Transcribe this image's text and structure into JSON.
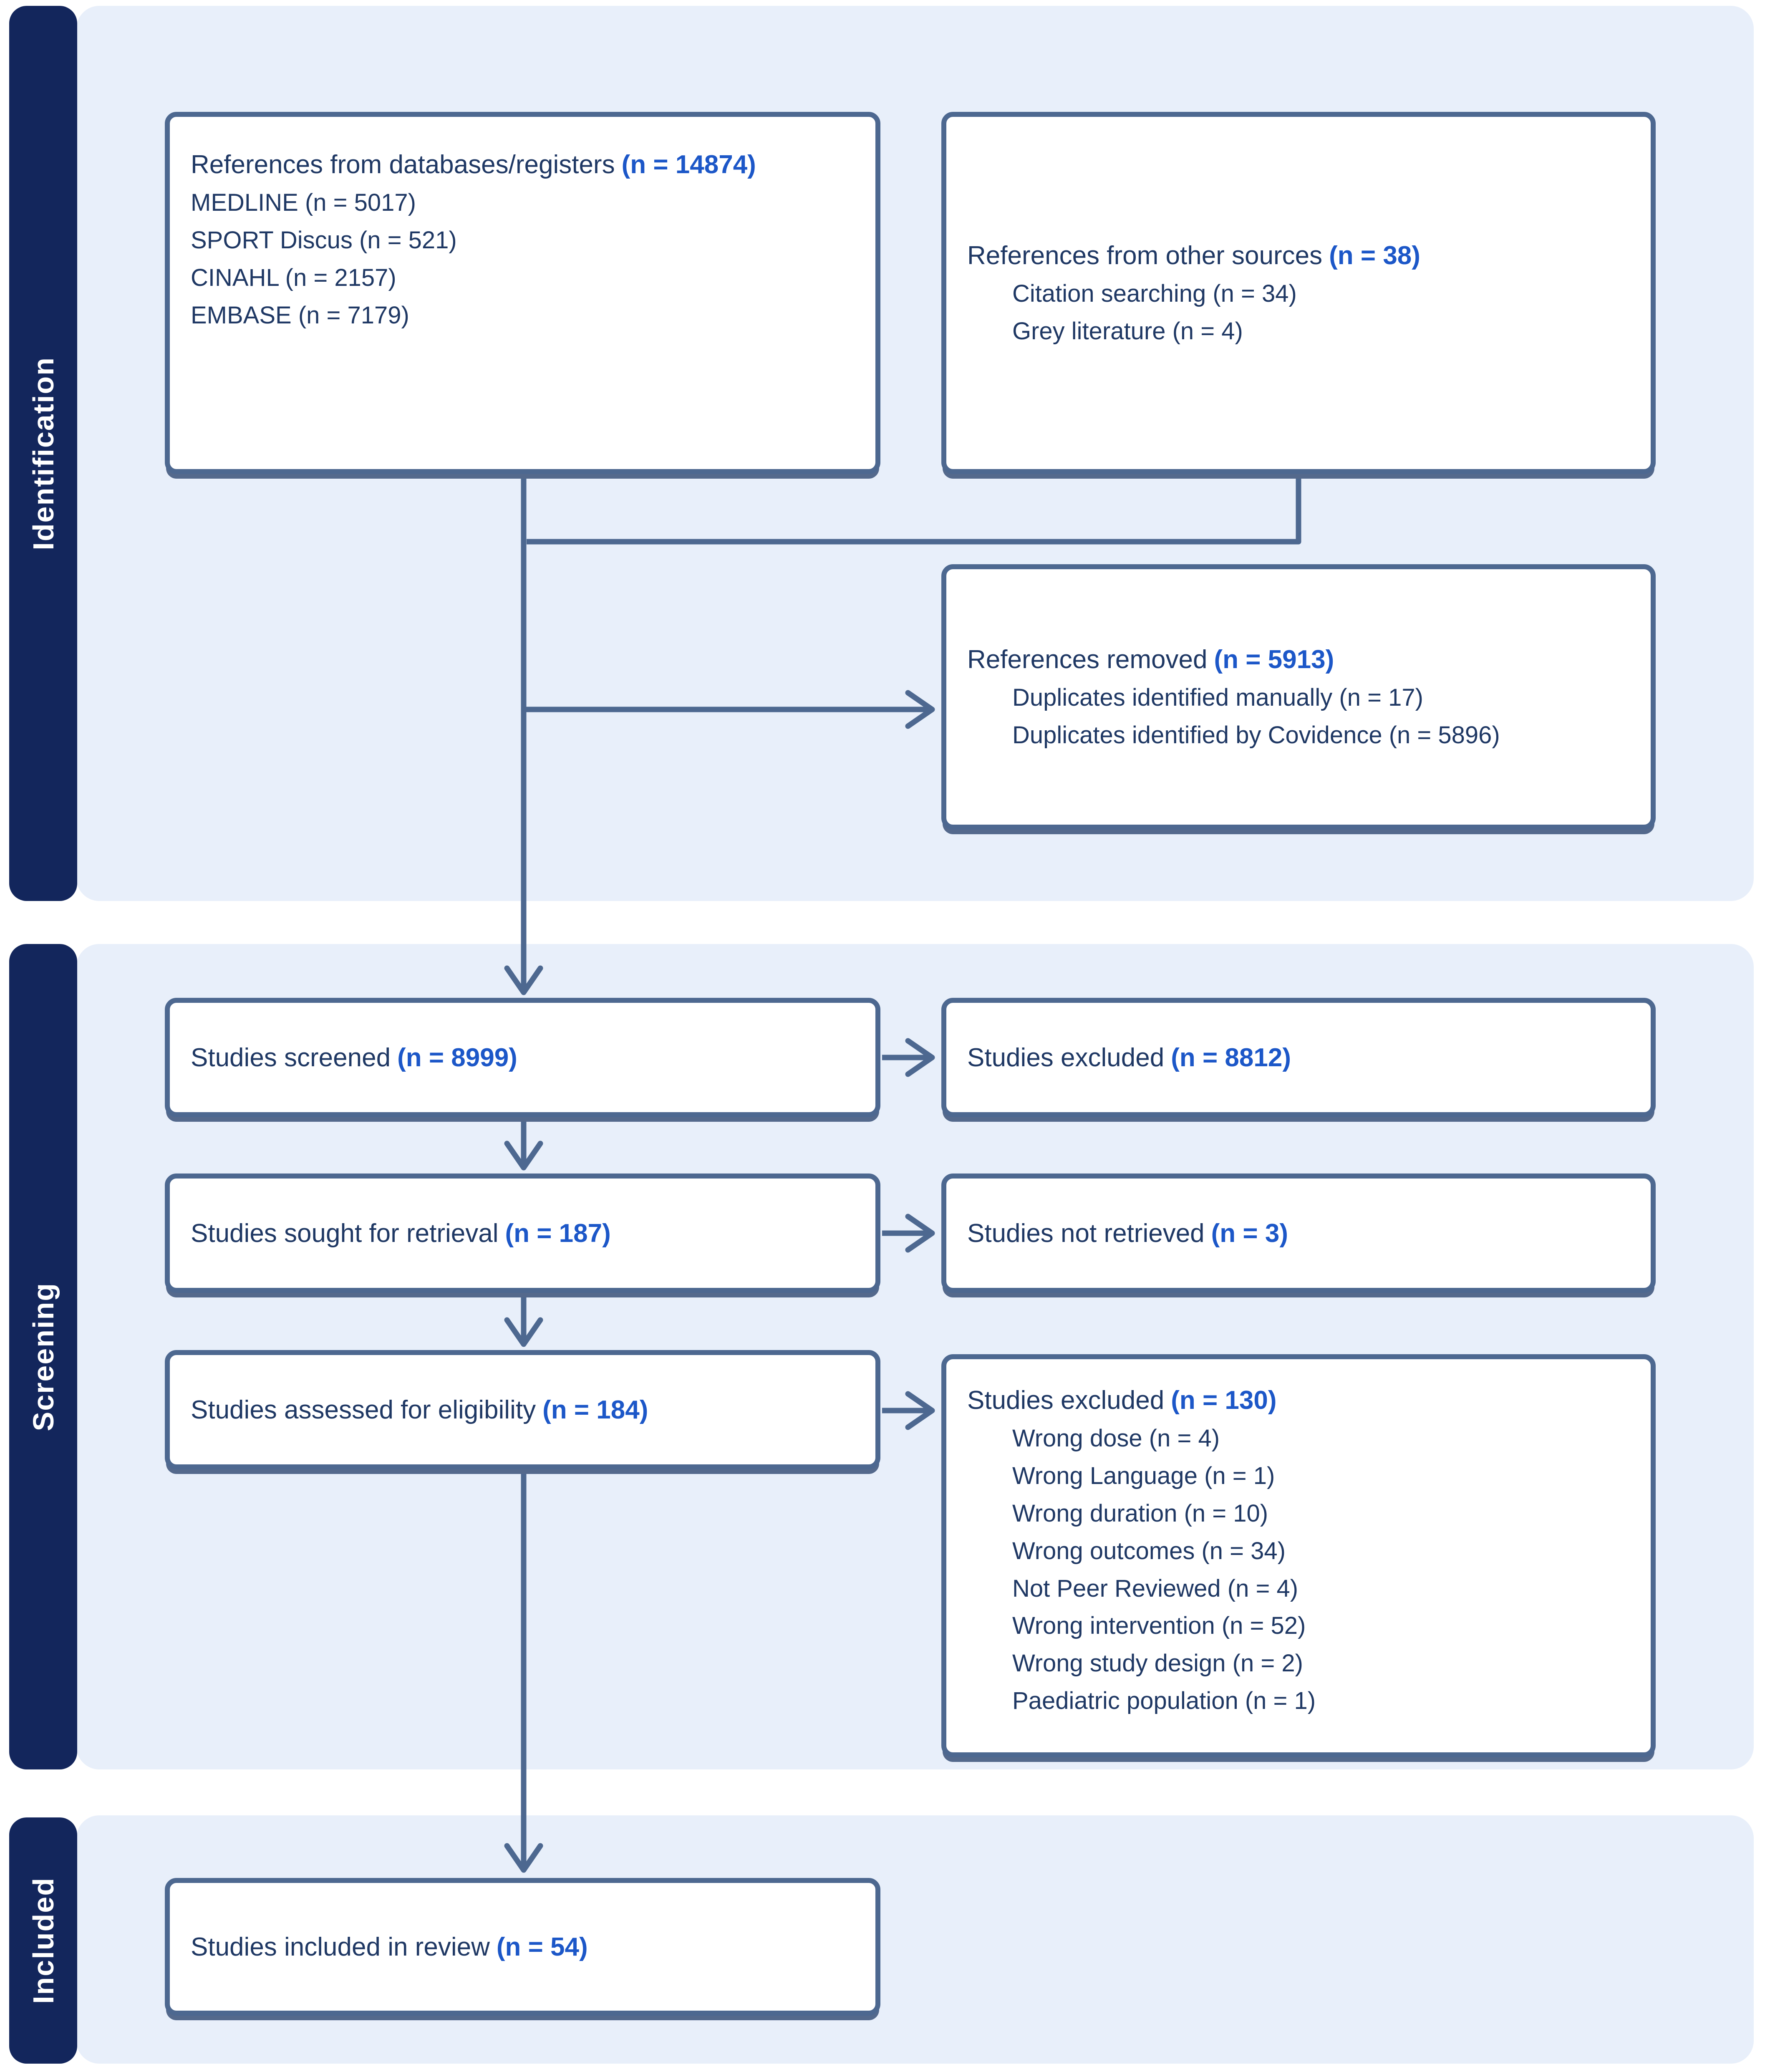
{
  "colors": {
    "sidebar_bg": "#13265c",
    "band_bg": "#e8effa",
    "box_border": "#4d6890",
    "arrow": "#4d6890",
    "text_navy": "#1f3864",
    "count_blue": "#1c57c8",
    "box_bg": "#ffffff",
    "sidebar_text": "#ffffff"
  },
  "sidebar": {
    "stages": [
      {
        "label": "Identification"
      },
      {
        "label": "Screening"
      },
      {
        "label": "Included"
      }
    ]
  },
  "boxes": {
    "databases": {
      "title": "References from databases/registers",
      "count": "(n = 14874)",
      "items": [
        "MEDLINE (n = 5017)",
        "SPORT Discus (n = 521)",
        "CINAHL (n = 2157)",
        "EMBASE (n = 7179)"
      ]
    },
    "other_sources": {
      "title": "References from other sources",
      "count": "(n = 38)",
      "items": [
        "Citation searching (n = 34)",
        "Grey literature (n = 4)"
      ]
    },
    "references_removed": {
      "title": "References removed",
      "count": "(n = 5913)",
      "items": [
        "Duplicates identified manually (n = 17)",
        "Duplicates identified by Covidence (n = 5896)"
      ]
    },
    "screened": {
      "title": "Studies screened",
      "count": "(n = 8999)"
    },
    "excluded_screening": {
      "title": "Studies excluded",
      "count": "(n = 8812)"
    },
    "sought": {
      "title": "Studies sought for retrieval",
      "count": "(n = 187)"
    },
    "not_retrieved": {
      "title": "Studies not retrieved",
      "count": "(n = 3)"
    },
    "assessed": {
      "title": "Studies assessed for eligibility",
      "count": "(n = 184)"
    },
    "excluded_eligibility": {
      "title": "Studies excluded",
      "count": "(n = 130)",
      "items": [
        "Wrong dose (n = 4)",
        "Wrong Language (n = 1)",
        "Wrong duration (n = 10)",
        "Wrong outcomes (n = 34)",
        "Not Peer Reviewed (n = 4)",
        "Wrong intervention (n = 52)",
        "Wrong study design (n = 2)",
        "Paediatric population (n = 1)"
      ]
    },
    "included": {
      "title": "Studies included in review",
      "count": "(n = 54)"
    }
  }
}
